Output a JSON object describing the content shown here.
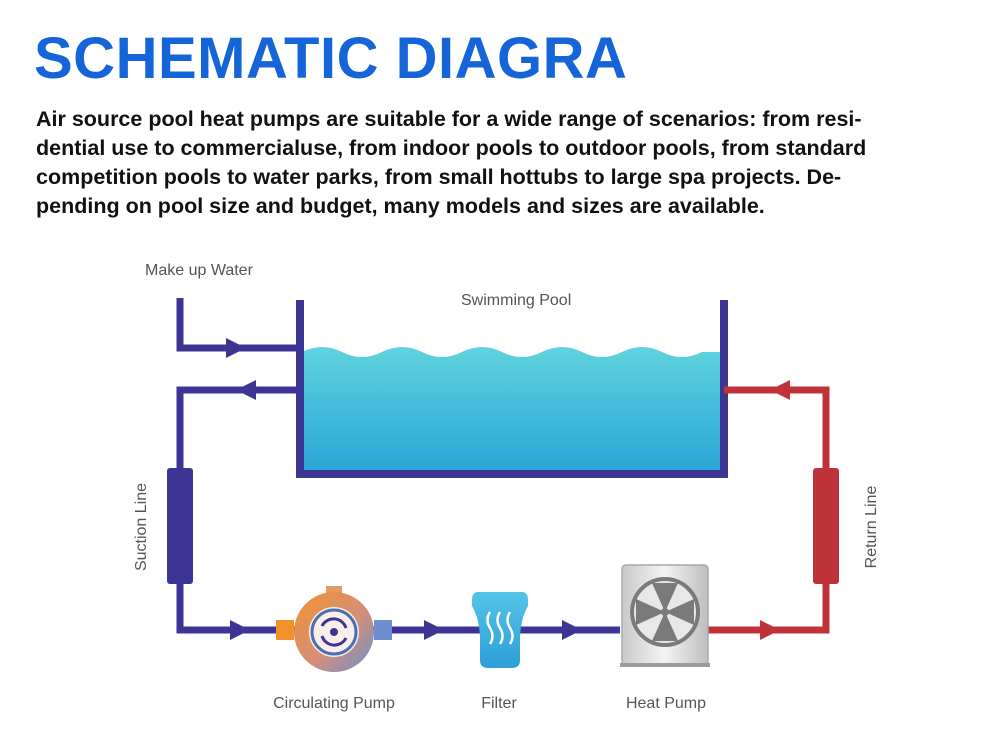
{
  "title": "SCHEMATIC DIAGRA",
  "description_lines": [
    "Air source pool heat pumps are suitable for a wide range of scenarios: from resi-",
    "dential use to commercialuse, from indoor pools to outdoor pools, from standard",
    "competition pools to water parks, from small hottubs to large spa projects. De-",
    "pending on pool size and budget, many models and sizes are available."
  ],
  "labels": {
    "makeup": "Make up Water",
    "pool": "Swimming Pool",
    "suction": "Suction Line",
    "return": "Return Line",
    "pump": "Circulating Pump",
    "filter": "Filter",
    "heatpump": "Heat Pump"
  },
  "colors": {
    "title": "#1565d8",
    "cold_pipe": "#3c3593",
    "hot_pipe": "#c0323a",
    "water_top": "#5bd0dc",
    "water_bottom": "#2aa7d6"
  },
  "icons": [
    "pump-icon",
    "filter-icon",
    "heat-pump-icon",
    "fan-icon"
  ]
}
